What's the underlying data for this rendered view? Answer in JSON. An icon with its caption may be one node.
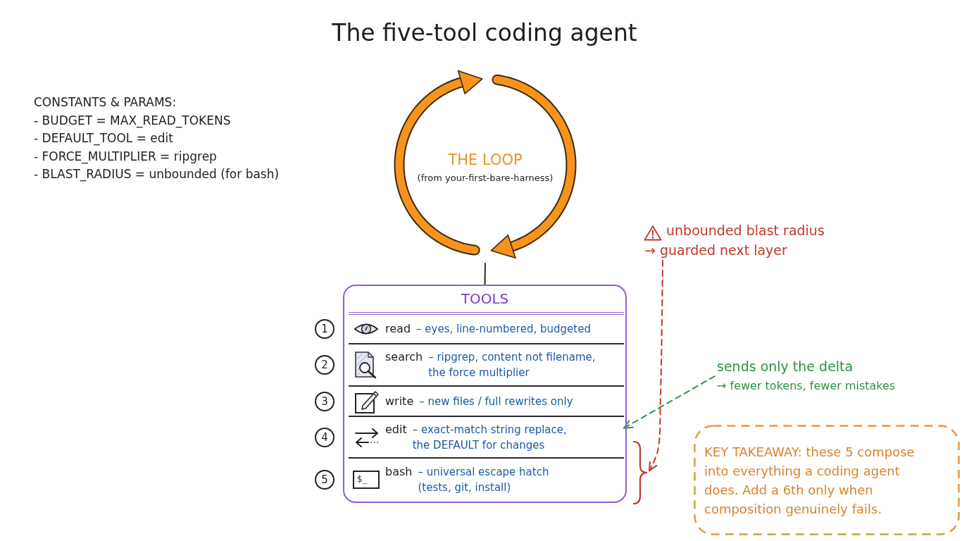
{
  "diagram": {
    "title": "The five-tool coding agent",
    "nodes": [
      {
        "text": [
          "THE LOOP",
          "(from your-first-bare-harness)"
        ]
      },
      {
        "text": [
          "TOOLS"
        ]
      },
      {
        "text": [
          "read",
          "– eyes, line-numbered, budgeted"
        ],
        "in": 1,
        "beside": [
          "1"
        ]
      },
      {
        "text": [
          "search",
          "– ripgrep, content not filename, the force multiplier"
        ],
        "in": 1,
        "beside": [
          "2"
        ]
      },
      {
        "text": [
          "write",
          "– new files / full rewrites only"
        ],
        "in": 1,
        "beside": [
          "3"
        ]
      },
      {
        "text": [
          "edit",
          "– exact-match string replace, the DEFAULT for changes"
        ],
        "in": 1,
        "beside": [
          "4"
        ]
      },
      {
        "text": [
          "bash",
          "– universal escape hatch (tests, git, install)"
        ],
        "in": 1,
        "beside": [
          "5"
        ]
      },
      {
        "text": [
          "unbounded blast radius",
          "→ guarded next layer"
        ]
      },
      {
        "text": [
          "sends only the delta",
          "→ fewer tokens, fewer mistakes"
        ]
      },
      {
        "text": [],
        "shape": "bracket"
      },
      {
        "text": [
          "KEY TAKEAWAY: these 5 compose into everything a coding agent does. Add a 6th only when composition genuinely fails."
        ]
      }
    ],
    "edges": [
      {
        "from": 0,
        "to": 1,
        "arrow": "none"
      },
      {
        "from": 7,
        "to": 9,
        "arrow": "to",
        "style": "dashed",
        "color": "#c0392b"
      },
      {
        "from": 8,
        "to": 5,
        "arrow": "to",
        "style": "dashed",
        "color": "#2f8f46"
      }
    ],
    "labels": [
      "CONSTANTS & PARAMS:",
      "- BUDGET = MAX_READ_TOKENS",
      "- DEFAULT_TOOL = edit",
      "- FORCE_MULTIPLIER = ripgrep",
      "- BLAST_RADIUS = unbounded (for bash)",
      "$_"
    ]
  }
}
